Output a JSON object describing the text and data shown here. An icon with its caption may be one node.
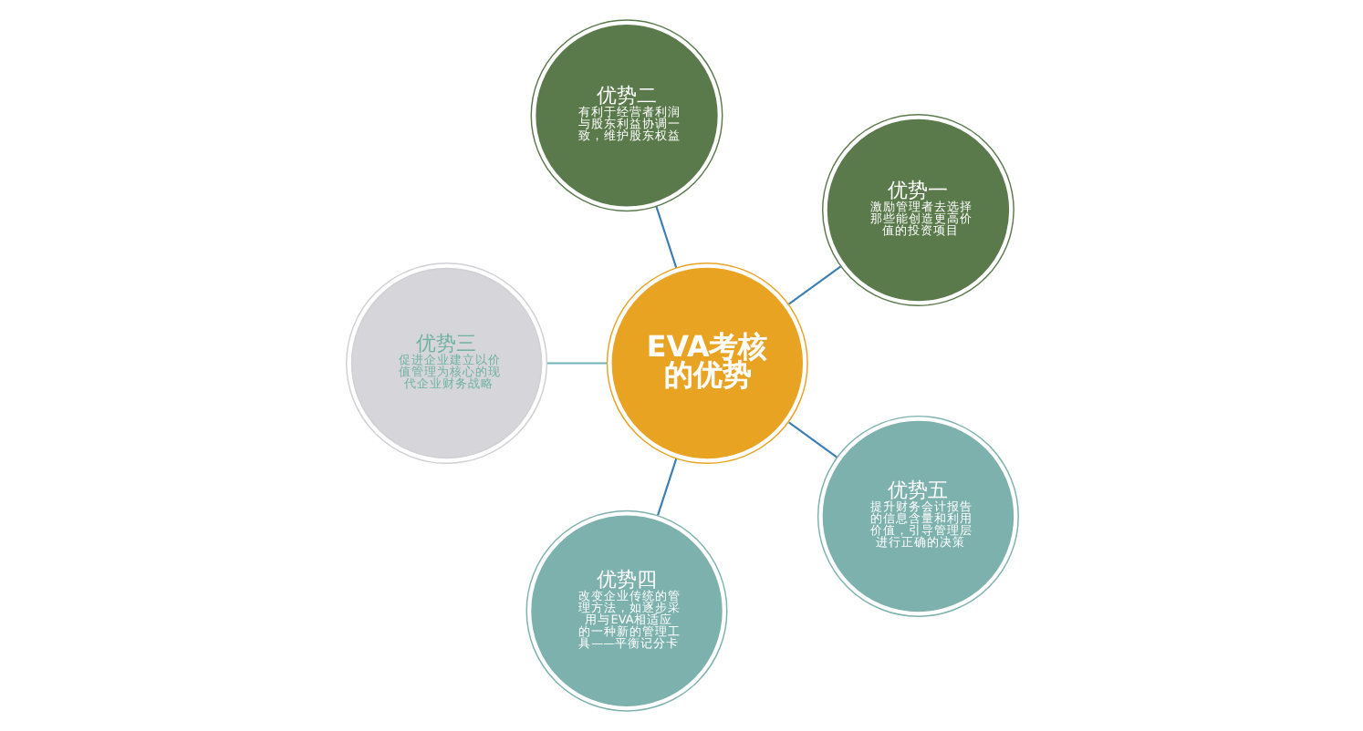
{
  "diagram": {
    "nodes": [
      {
        "text": [
          "优势一",
          "激励管理者去选择那些能创造更高价值的投资项目"
        ]
      },
      {
        "text": [
          "优势二",
          "有利于经营者利润与股东利益协调一致，维护股东权益"
        ]
      },
      {
        "text": [
          "优势三",
          "促进企业建立以价值管理为核心的现代企业财务战略"
        ]
      },
      {
        "text": [
          "EVA考核的优势"
        ]
      },
      {
        "text": [
          "优势四",
          "改变企业传统的管理方法，如逐步采用与EVA相适应的一种新的管理工具——平衡记分卡"
        ]
      },
      {
        "text": [
          "优势五",
          "提升财务会计报告的信息含量和利用价值，引导管理层进行正确的决策"
        ]
      }
    ],
    "edges": [
      {
        "from": 3,
        "to": 0,
        "arrow": "none"
      },
      {
        "from": 3,
        "to": 1,
        "arrow": "none"
      },
      {
        "from": 3,
        "to": 2,
        "arrow": "none",
        "color": "#6fb3b8"
      },
      {
        "from": 3,
        "to": 4,
        "arrow": "none"
      },
      {
        "from": 3,
        "to": 5,
        "arrow": "none"
      }
    ]
  }
}
